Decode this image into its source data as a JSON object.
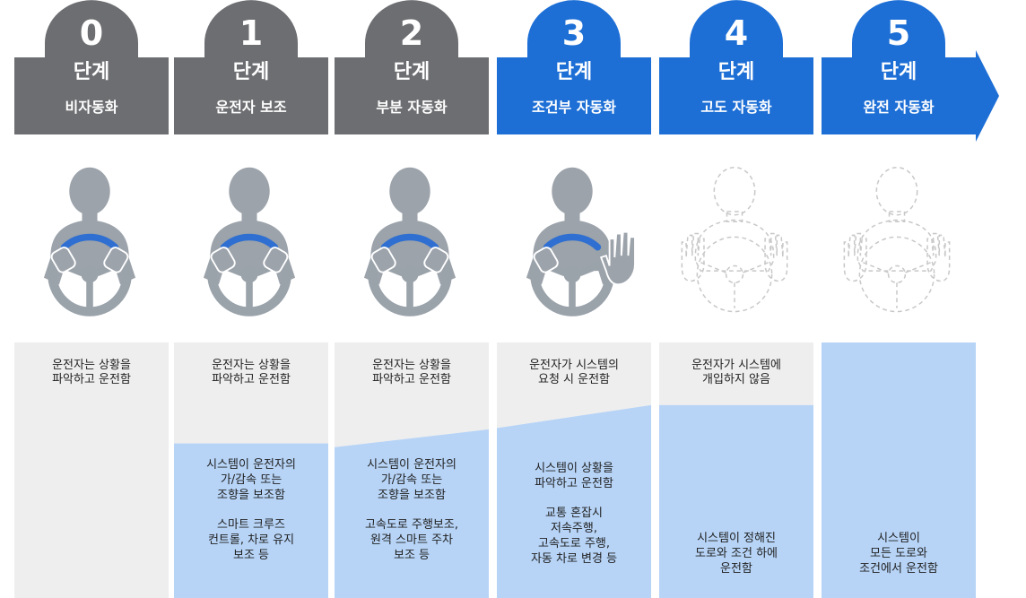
{
  "colors": {
    "gray_header": "#6d6e71",
    "blue_header": "#1d6fd6",
    "panel_gray": "#eeeeee",
    "panel_blue": "#b7d4f7",
    "figure_gray": "#9ca3ab",
    "wheel_gray": "#9aa2aa",
    "wheel_blue": "#2f6fd1",
    "dashed": "#c8c8c8"
  },
  "levels": [
    {
      "num": "0",
      "step": "단계",
      "name": "비자동화",
      "theme": "gray",
      "icon": "driver-hands-on",
      "driver_text": "운전자는 상황을\n파악하고 운전함",
      "system_share": [
        0,
        0
      ],
      "system_text": []
    },
    {
      "num": "1",
      "step": "단계",
      "name": "운전자 보조",
      "theme": "gray",
      "icon": "driver-hands-on",
      "driver_text": "운전자는 상황을\n파악하고 운전함",
      "system_share": [
        0.605,
        0.605
      ],
      "system_text": [
        "시스템이 운전자의\n가/감속 또는\n조향을 보조함",
        "스마트 크루즈\n컨트롤, 차로 유지\n보조 등"
      ]
    },
    {
      "num": "2",
      "step": "단계",
      "name": "부분 자동화",
      "theme": "gray",
      "icon": "driver-hands-on",
      "driver_text": "운전자는 상황을\n파악하고 운전함",
      "system_share": [
        0.59,
        0.66
      ],
      "system_text": [
        "시스템이 운전자의\n가/감속 또는\n조향을 보조함",
        "고속도로 주행보조,\n원격 스마트 주차\n보조 등"
      ]
    },
    {
      "num": "3",
      "step": "단계",
      "name": "조건부 자동화",
      "theme": "blue",
      "icon": "driver-hand-raised",
      "driver_text": "운전자가 시스템의\n요청 시 운전함",
      "system_share": [
        0.665,
        0.755
      ],
      "system_text": [
        "시스템이 상황을\n파악하고 운전함",
        "교통 혼잡시\n저속주행,\n고속도로 주행,\n자동 차로 변경 등"
      ]
    },
    {
      "num": "4",
      "step": "단계",
      "name": "고도 자동화",
      "theme": "blue",
      "icon": "driver-outline-hands-up",
      "driver_text": "운전자가 시스템에\n개입하지 않음",
      "system_share": [
        0.755,
        0.755
      ],
      "system_text": [
        "시스템이 정해진\n도로와 조건 하에\n운전함"
      ]
    },
    {
      "num": "5",
      "step": "단계",
      "name": "완전 자동화",
      "theme": "blue",
      "icon": "driver-outline-hands-up",
      "driver_text": "",
      "system_share": [
        1,
        1
      ],
      "system_text": [
        "시스템이\n모든 도로와\n조건에서 운전함"
      ]
    }
  ]
}
